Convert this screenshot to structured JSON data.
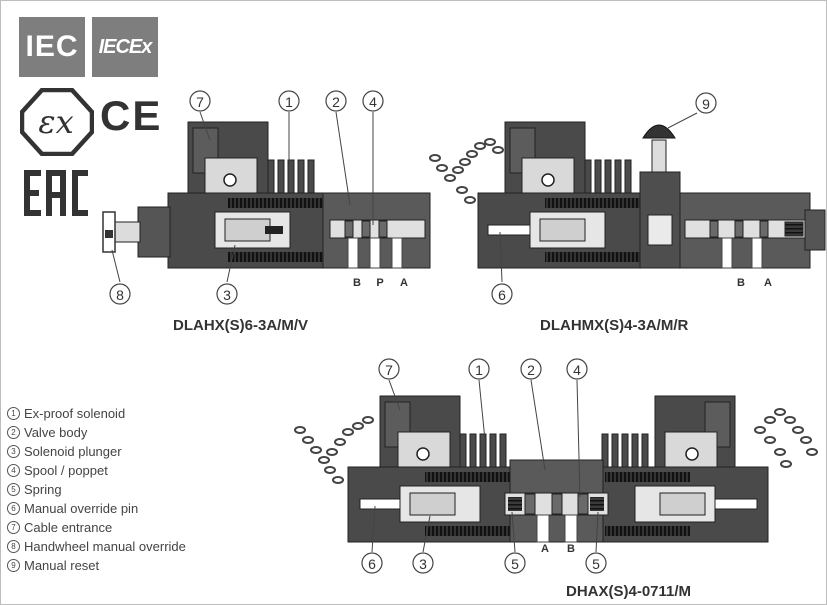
{
  "logos": {
    "iec": "IEC",
    "iecex": "IECEx",
    "ce": "CE"
  },
  "titles": {
    "valve_1": "DLAHX(S)6-3A/M/V",
    "valve_2": "DLAHMX(S)4-3A/M/R",
    "valve_3": "DHAX(S)4-0711/M"
  },
  "ports": {
    "b": "B",
    "p": "P",
    "a": "A"
  },
  "callouts": {
    "c1": "1",
    "c2": "2",
    "c3": "3",
    "c4": "4",
    "c5": "5",
    "c6": "6",
    "c7": "7",
    "c8": "8",
    "c9": "9"
  },
  "legend": [
    {
      "num": "1",
      "label": "Ex-proof solenoid"
    },
    {
      "num": "2",
      "label": "Valve body"
    },
    {
      "num": "3",
      "label": "Solenoid plunger"
    },
    {
      "num": "4",
      "label": "Spool  / poppet"
    },
    {
      "num": "5",
      "label": "Spring"
    },
    {
      "num": "6",
      "label": "Manual override pin"
    },
    {
      "num": "7",
      "label": "Cable entrance"
    },
    {
      "num": "8",
      "label": "Handwheel manual override"
    },
    {
      "num": "9",
      "label": "Manual reset"
    }
  ]
}
